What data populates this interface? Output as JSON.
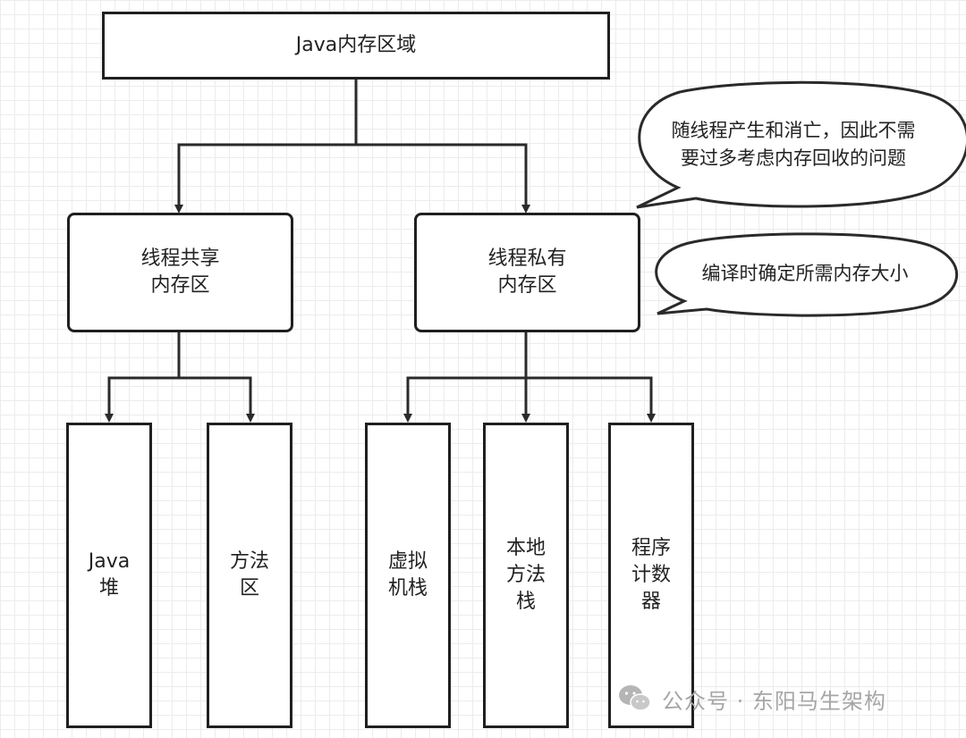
{
  "root": {
    "label": "Java内存区域"
  },
  "shared": {
    "lines": [
      "线程共享",
      "内存区"
    ]
  },
  "private": {
    "lines": [
      "线程私有",
      "内存区"
    ]
  },
  "shared_children": [
    {
      "lines": [
        "Java",
        "堆"
      ]
    },
    {
      "lines": [
        "方法",
        "区"
      ]
    }
  ],
  "private_children": [
    {
      "lines": [
        "虚拟",
        "机栈"
      ]
    },
    {
      "lines": [
        "本地",
        "方法",
        "栈"
      ]
    },
    {
      "lines": [
        "程序",
        "计数",
        "器"
      ]
    }
  ],
  "notes": {
    "lifecycle": {
      "lines": [
        "随线程产生和消亡，因此不需",
        "要过多考虑内存回收的问题"
      ]
    },
    "compile": {
      "lines": [
        "编译时确定所需内存大小"
      ]
    }
  },
  "watermark": {
    "icon": "wechat-icon",
    "text": "公众号 · 东阳马生架构"
  }
}
